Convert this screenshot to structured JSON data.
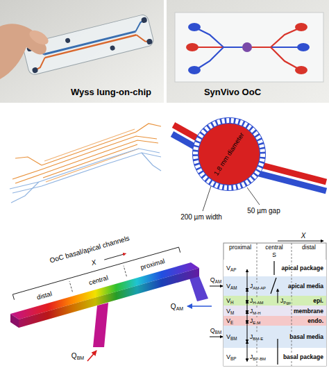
{
  "diagram": {
    "nodes": [
      {
        "text": [
          "VAP",
          "apical package"
        ]
      },
      {
        "text": [
          "VAM",
          "apical media"
        ]
      },
      {
        "text": [
          "VH",
          "epi."
        ]
      },
      {
        "text": [
          "VM",
          "membrane"
        ]
      },
      {
        "text": [
          "VE",
          "endo."
        ]
      },
      {
        "text": [
          "VBM",
          "basal media"
        ]
      },
      {
        "text": [
          "VBP",
          "basal package"
        ]
      }
    ],
    "edges": [
      {
        "from": 1,
        "to": 0,
        "arrow": "both",
        "label": "JAM-AP"
      },
      {
        "from": 2,
        "to": 1,
        "arrow": "both",
        "label": "JH-AM"
      },
      {
        "from": 2,
        "to": 1,
        "arrow": "to",
        "label": "JPgp"
      },
      {
        "from": 3,
        "to": 2,
        "arrow": "both",
        "label": "JM-H"
      },
      {
        "from": 4,
        "to": 3,
        "arrow": "both",
        "label": "JE-M"
      },
      {
        "from": 5,
        "to": 4,
        "arrow": "both",
        "label": "JBM-E"
      },
      {
        "from": 6,
        "to": 5,
        "arrow": "both",
        "label": "JBP-BM"
      }
    ],
    "labels": [
      "Wyss lung-on-chip",
      "SynVivo OoC",
      "1.8 mm diameter",
      "200 µm width",
      "50 µm gap",
      "OoC basal/apical channels",
      "X",
      "distal",
      "central",
      "proximal",
      "QAM",
      "QBM",
      "X",
      "proximal",
      "central",
      "distal",
      "S",
      "QAM",
      "QBM"
    ]
  }
}
